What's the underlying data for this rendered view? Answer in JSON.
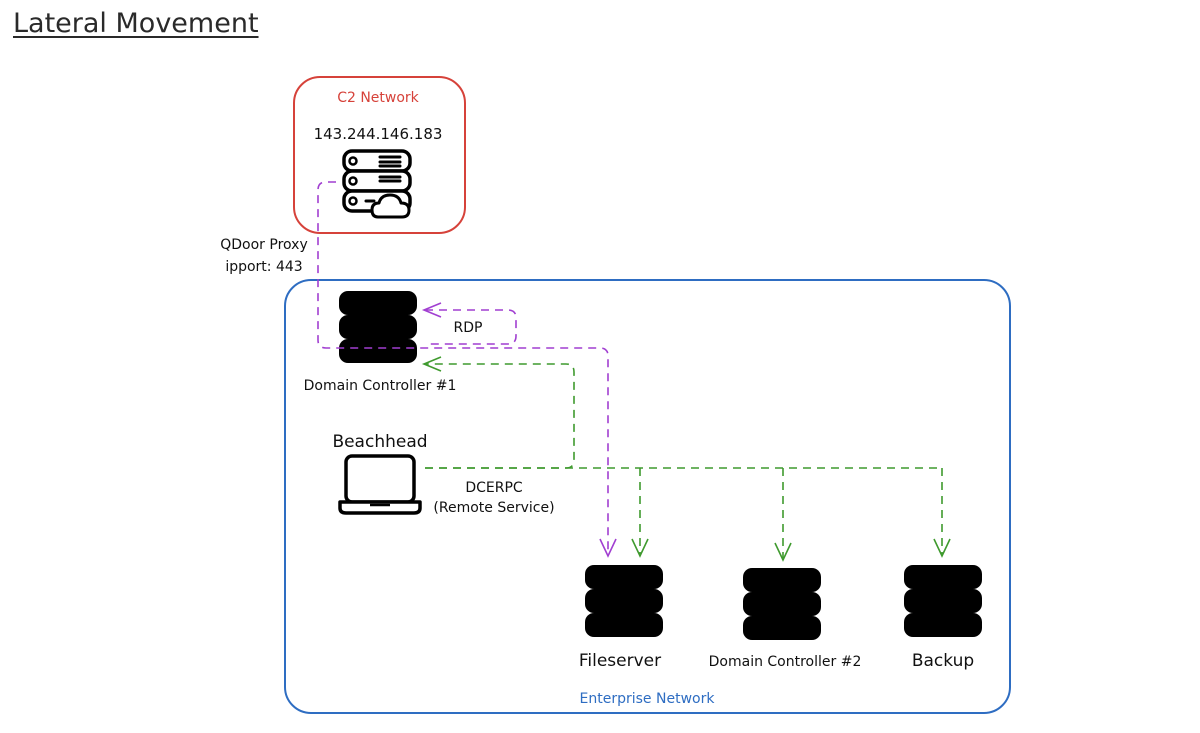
{
  "title": "Lateral Movement",
  "c2": {
    "label": "C2 Network",
    "ip": "143.244.146.183",
    "color": "#d6423a"
  },
  "enterprise": {
    "label": "Enterprise Network",
    "color": "#2e6dc2"
  },
  "proxy": {
    "line1": "QDoor Proxy",
    "line2": "ipport: 443"
  },
  "rdp_label": "RDP",
  "dcerpc": {
    "line1": "DCERPC",
    "line2": "(Remote Service)"
  },
  "nodes": {
    "dc1": "Domain Controller #1",
    "beachhead": "Beachhead",
    "fileserver": "Fileserver",
    "dc2": "Domain Controller #2",
    "backup": "Backup"
  },
  "icons": {
    "c2_server": "server-cloud-icon",
    "dc1": "server-icon",
    "beachhead": "laptop-icon",
    "fileserver": "server-icon",
    "dc2": "server-icon",
    "backup": "server-icon"
  },
  "edge_colors": {
    "purple": "#a13fd1",
    "green": "#3f9a2e"
  }
}
